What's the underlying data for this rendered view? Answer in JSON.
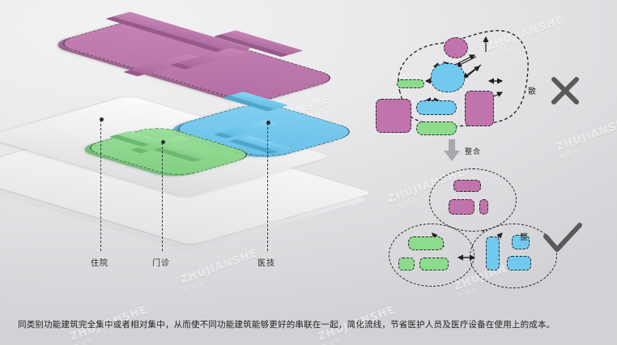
{
  "caption": {
    "text": "同类别功能建筑完全集中或者相对集中，从而使不同功能建筑能够更好的串联在一起，简化流线，节省医护人员及医疗设备在使用上的成本。"
  },
  "model": {
    "labels": [
      {
        "name": "inpatient",
        "text": "住院",
        "color": "#c173ab"
      },
      {
        "name": "outpatient",
        "text": "门诊",
        "color": "#8ddb8d"
      },
      {
        "name": "medical-technology",
        "text": "医技",
        "color": "#72c9ee"
      }
    ]
  },
  "diagrams": {
    "scattered": {
      "label": "散",
      "verdict_icon": "cross-icon",
      "nodes": [
        {
          "name": "pink-circle-top",
          "shape": "circle",
          "color": "#c173ab"
        },
        {
          "name": "blue-circle",
          "shape": "circle",
          "color": "#72c9ee"
        },
        {
          "name": "green-bar-small",
          "shape": "pill",
          "color": "#8ddb8d"
        },
        {
          "name": "pink-block-left",
          "shape": "rounded-rect",
          "color": "#c173ab"
        },
        {
          "name": "blue-bar-center",
          "shape": "pill",
          "color": "#72c9ee"
        },
        {
          "name": "green-bar-lower",
          "shape": "pill",
          "color": "#8ddb8d"
        },
        {
          "name": "pink-block-right",
          "shape": "rounded-rect",
          "color": "#c173ab"
        }
      ]
    },
    "transition": {
      "label": "整合",
      "arrow_icon": "arrow-down-icon"
    },
    "integrated": {
      "label": "整",
      "verdict_icon": "check-icon",
      "clusters": [
        {
          "name": "inpatient-cluster",
          "color": "#c173ab",
          "node_count": 3
        },
        {
          "name": "outpatient-cluster",
          "color": "#8ddb8d",
          "node_count": 3
        },
        {
          "name": "medical-technology-cluster",
          "color": "#72c9ee",
          "node_count": 4
        }
      ]
    }
  },
  "watermarks": {
    "brand": "ZHUJIANSHE",
    "sub": "筑 龙 网"
  },
  "colors": {
    "pink": "#c173ab",
    "blue": "#72c9ee",
    "green": "#8ddb8d",
    "ink": "#1f1f1f",
    "glyph": "#5a5a5a"
  }
}
